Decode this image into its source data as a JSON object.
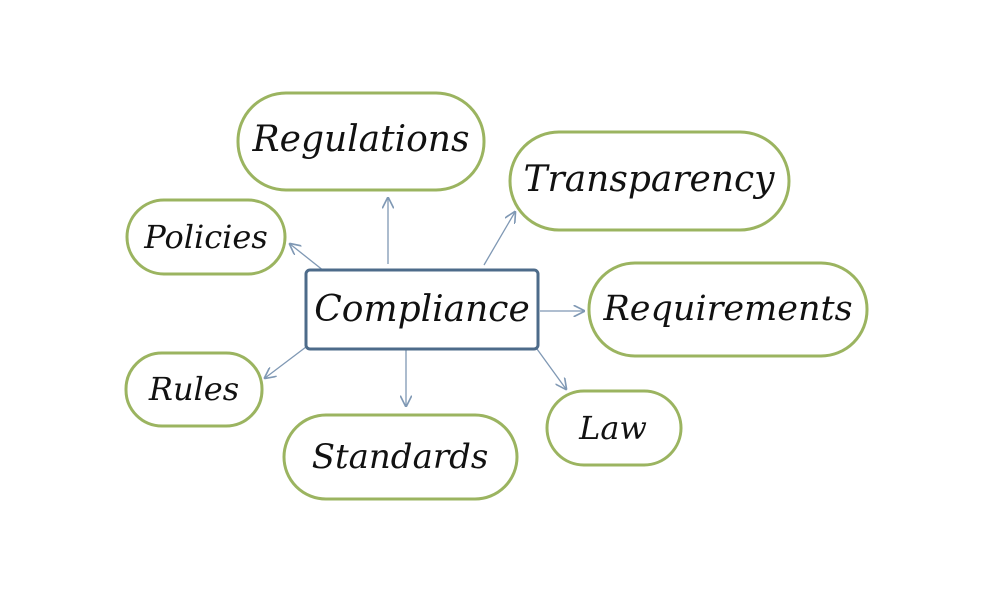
{
  "center": {
    "label": "Compliance"
  },
  "nodes": {
    "regulations": "Regulations",
    "transparency": "Transparency",
    "policies": "Policies",
    "requirements": "Requirements",
    "rules": "Rules",
    "law": "Law",
    "standards": "Standards"
  },
  "colors": {
    "node_border": "#9bb460",
    "center_border": "#4d6b8a",
    "arrow": "#7f98b4",
    "text": "#111111",
    "background": "#ffffff"
  }
}
